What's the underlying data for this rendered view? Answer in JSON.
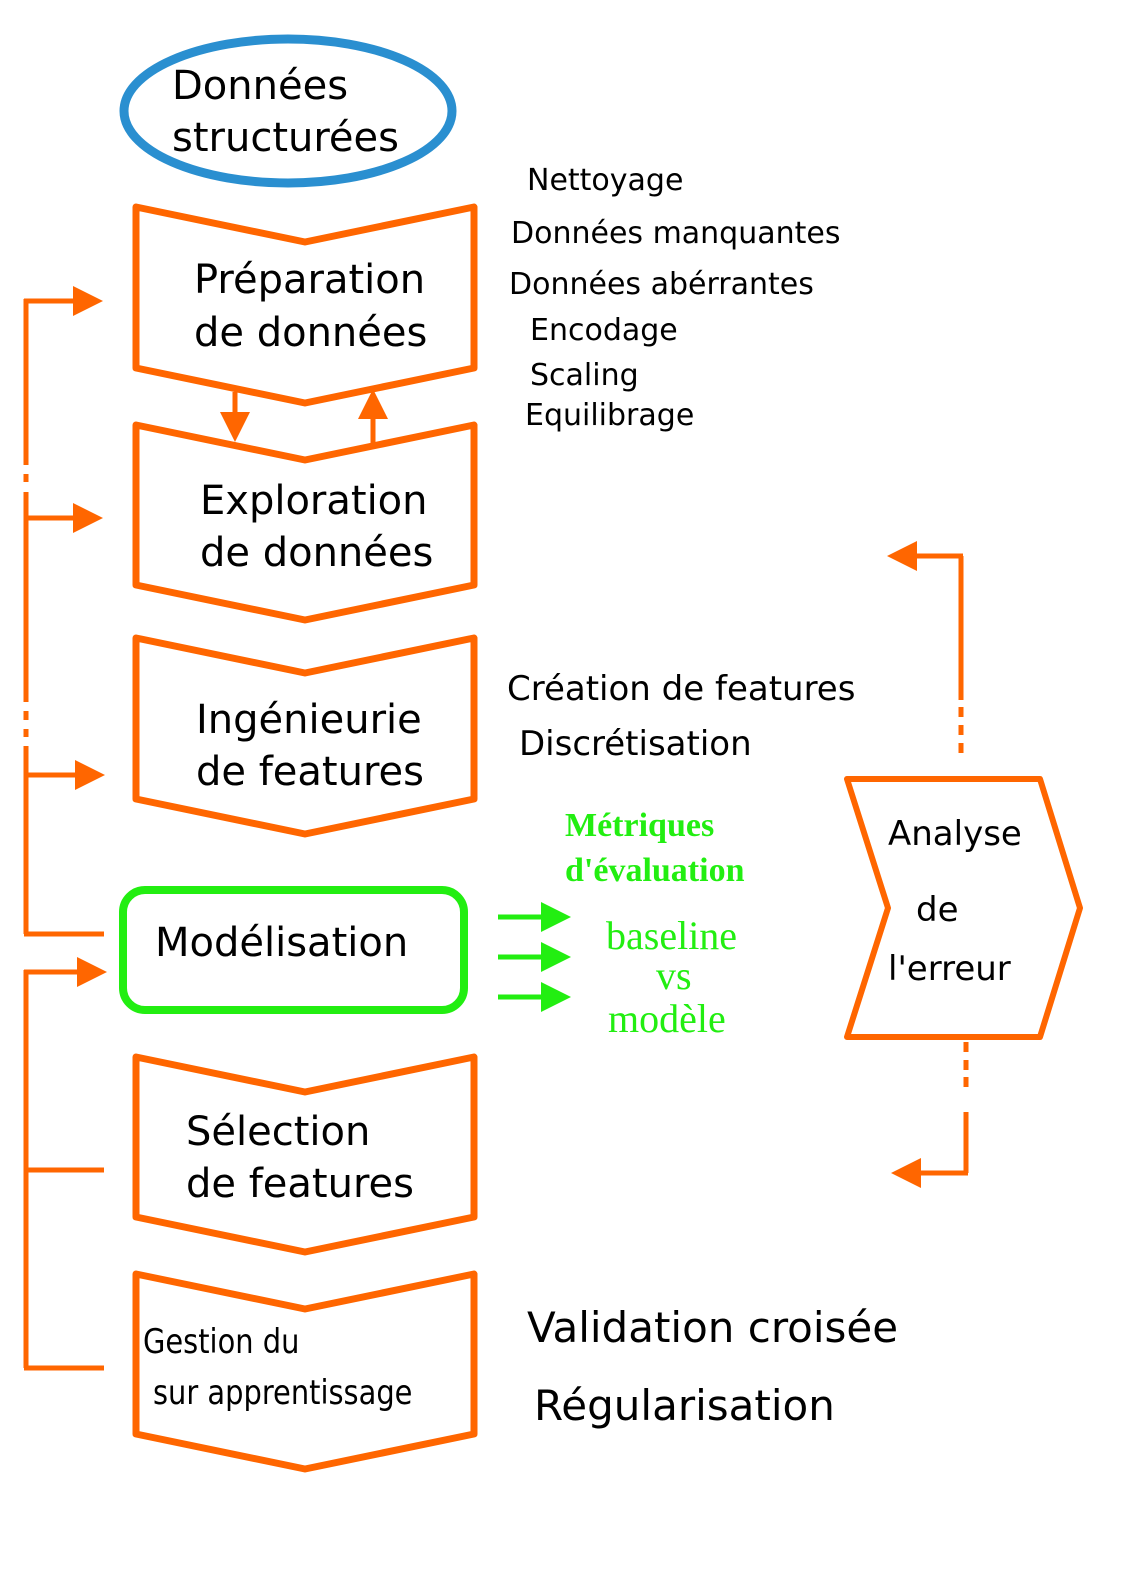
{
  "colors": {
    "orange": "#ff6600",
    "blue": "#2a8fd0",
    "green": "#22ee11",
    "text": "#000000"
  },
  "start": {
    "line1": "Données",
    "line2": "structurées"
  },
  "steps": {
    "preparation": {
      "line1": "Préparation",
      "line2": "de données"
    },
    "exploration": {
      "line1": "Exploration",
      "line2": "de données"
    },
    "engineering": {
      "line1": "Ingénieurie",
      "line2": "de features"
    },
    "modeling": {
      "label": "Modélisation"
    },
    "selection": {
      "line1": "Sélection",
      "line2": "de features"
    },
    "overfitting": {
      "line1": "Gestion du",
      "line2": "sur apprentissage"
    }
  },
  "preparation_notes": [
    "Nettoyage",
    "Données manquantes",
    "Données abérrantes",
    "Encodage",
    "Scaling",
    "Equilibrage"
  ],
  "engineering_notes": [
    "Création de features",
    "Discrétisation"
  ],
  "metrics": {
    "title1": "Métriques",
    "title2": "d'évaluation",
    "line1": "baseline",
    "line2": "vs",
    "line3": "modèle"
  },
  "error_analysis": {
    "line1": "Analyse",
    "line2": "de",
    "line3": "l'erreur"
  },
  "overfitting_notes": [
    "Validation croisée",
    "Régularisation"
  ]
}
